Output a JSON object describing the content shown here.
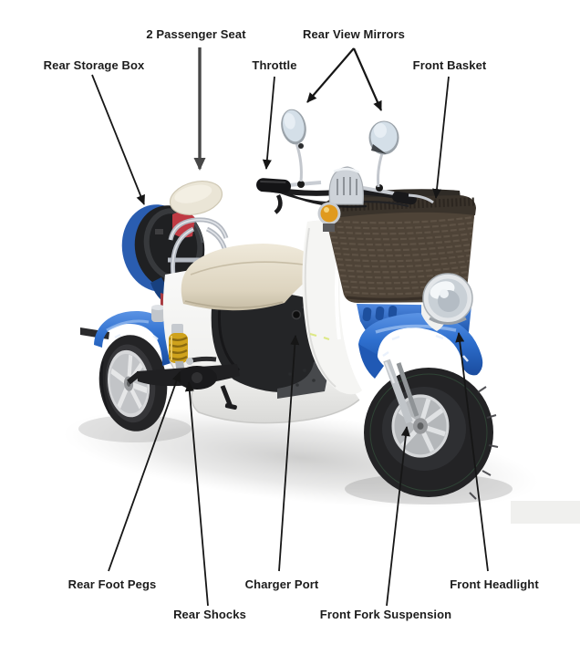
{
  "diagram": {
    "subject": "three-wheel electric mobility scooter parts diagram",
    "labels": [
      {
        "part": "passenger-seat",
        "text": "2 Passenger Seat"
      },
      {
        "part": "rear-view-mirrors",
        "text": "Rear View Mirrors"
      },
      {
        "part": "rear-storage-box",
        "text": "Rear Storage Box"
      },
      {
        "part": "throttle",
        "text": "Throttle"
      },
      {
        "part": "front-basket",
        "text": "Front Basket"
      },
      {
        "part": "rear-foot-pegs",
        "text": "Rear Foot Pegs"
      },
      {
        "part": "charger-port",
        "text": "Charger Port"
      },
      {
        "part": "front-headlight",
        "text": "Front Headlight"
      },
      {
        "part": "rear-shocks",
        "text": "Rear Shocks"
      },
      {
        "part": "front-fork-suspension",
        "text": "Front Fork Suspension"
      }
    ],
    "colors": {
      "label_text": "#1c1c1c",
      "arrow": "#161616",
      "seat_arrow": "#474747",
      "body_blue": "#2e6fce",
      "body_white": "#f3f3f1",
      "seat_cream": "#e8e1d0",
      "basket_brown": "#4e4337",
      "tire_black": "#242426",
      "chrome": "#c6cacf",
      "shock_yellow": "#cfa21c",
      "mirror_glass": "#d4dfe8"
    }
  }
}
